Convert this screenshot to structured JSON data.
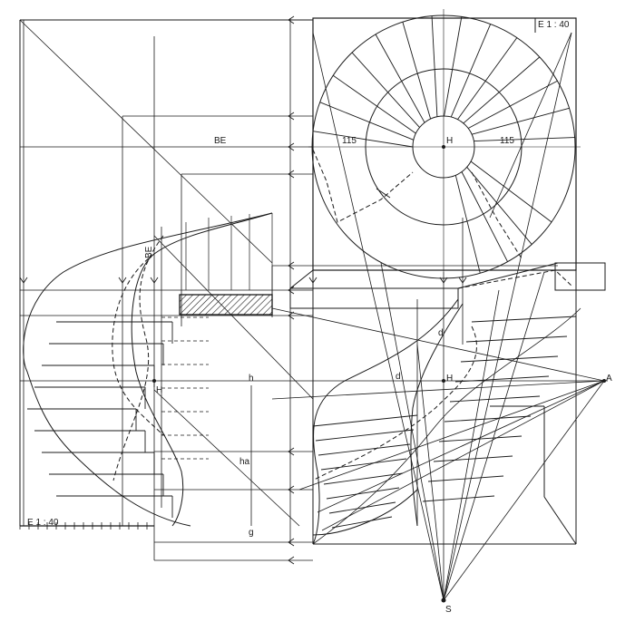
{
  "labels": {
    "scale_top": "E 1 : 40",
    "scale_bottom": "E 1 : 40",
    "be_horizontal": "BE",
    "be_vertical": "BE",
    "dim_left": "115",
    "dim_right": "115",
    "point_h_plan": "H",
    "point_h_left": "H",
    "point_h_right": "H",
    "point_h_small": "h",
    "point_ha": "ha",
    "point_d_upper": "d",
    "point_d_lower": "d",
    "point_a": "A",
    "point_s": "S",
    "point_g": "g"
  },
  "colors": {
    "ink": "#1a1a1a",
    "paper": "#ffffff"
  }
}
